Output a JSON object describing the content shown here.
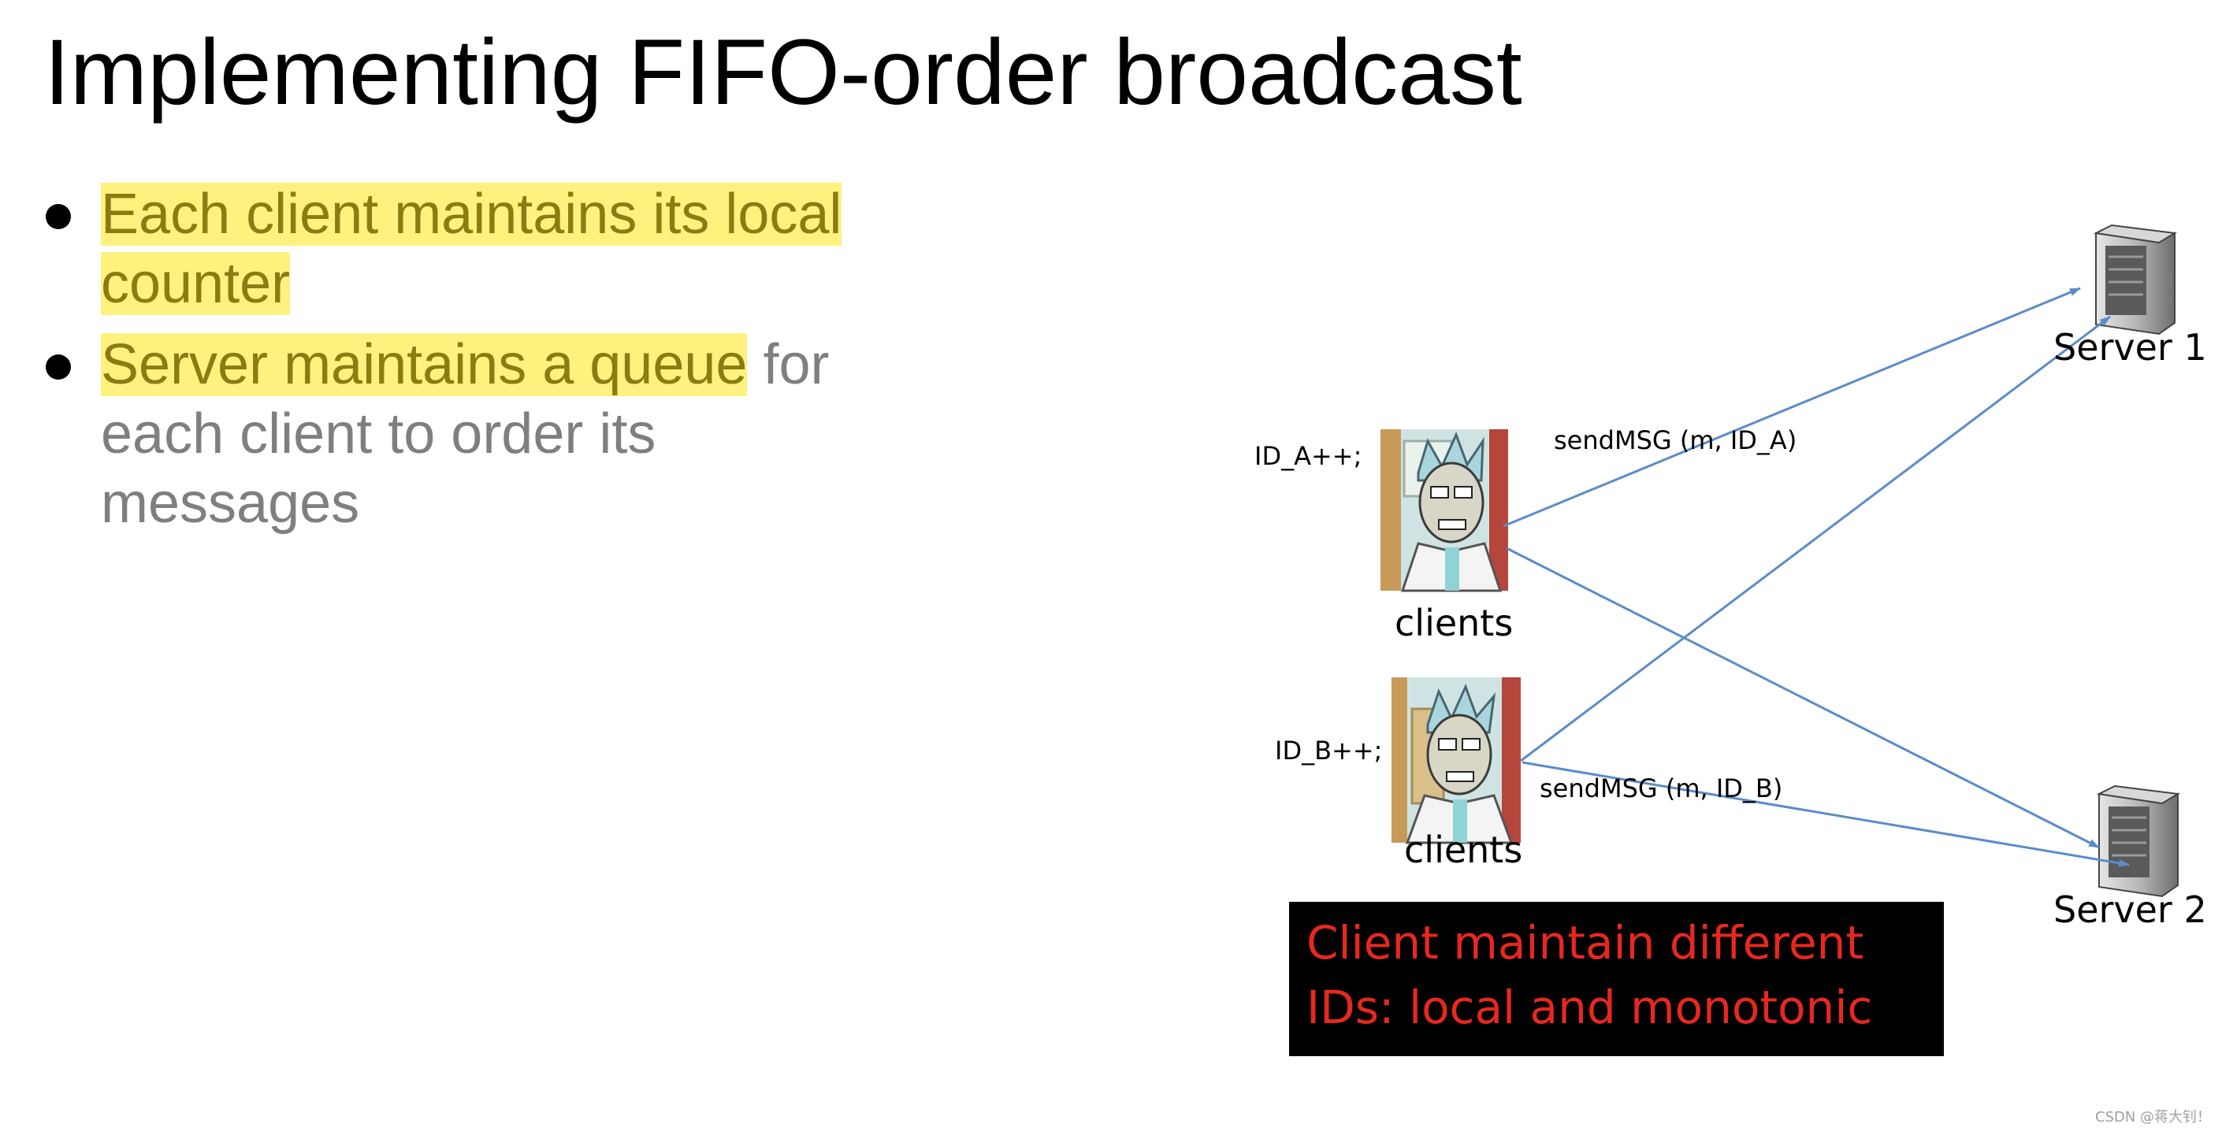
{
  "slide": {
    "title": "Implementing FIFO-order broadcast",
    "bullets": [
      {
        "highlighted_lines": [
          "Each client maintains its local",
          "counter"
        ]
      },
      {
        "highlighted": "Server maintains a queue",
        "rest_first_line": " for",
        "more_lines": [
          "each client to order its",
          "messages"
        ]
      }
    ]
  },
  "diagram": {
    "client_a": {
      "counter": "ID_A++;",
      "label": "clients",
      "message": "sendMSG (m, ID_A)"
    },
    "client_b": {
      "counter": "ID_B++;",
      "label": "clients",
      "message": "sendMSG (m, ID_B)"
    },
    "servers": [
      {
        "label": "Server 1"
      },
      {
        "label": "Server 2"
      }
    ],
    "callout": {
      "lines": [
        "Client maintain different",
        "IDs: local and monotonic"
      ]
    },
    "colors": {
      "arrow": "#5b8cc8",
      "callout_bg": "#000000",
      "callout_text": "#e8281d",
      "highlight": "#fef17e"
    }
  },
  "footer": {
    "watermark": "CSDN @蒋大钊！"
  }
}
